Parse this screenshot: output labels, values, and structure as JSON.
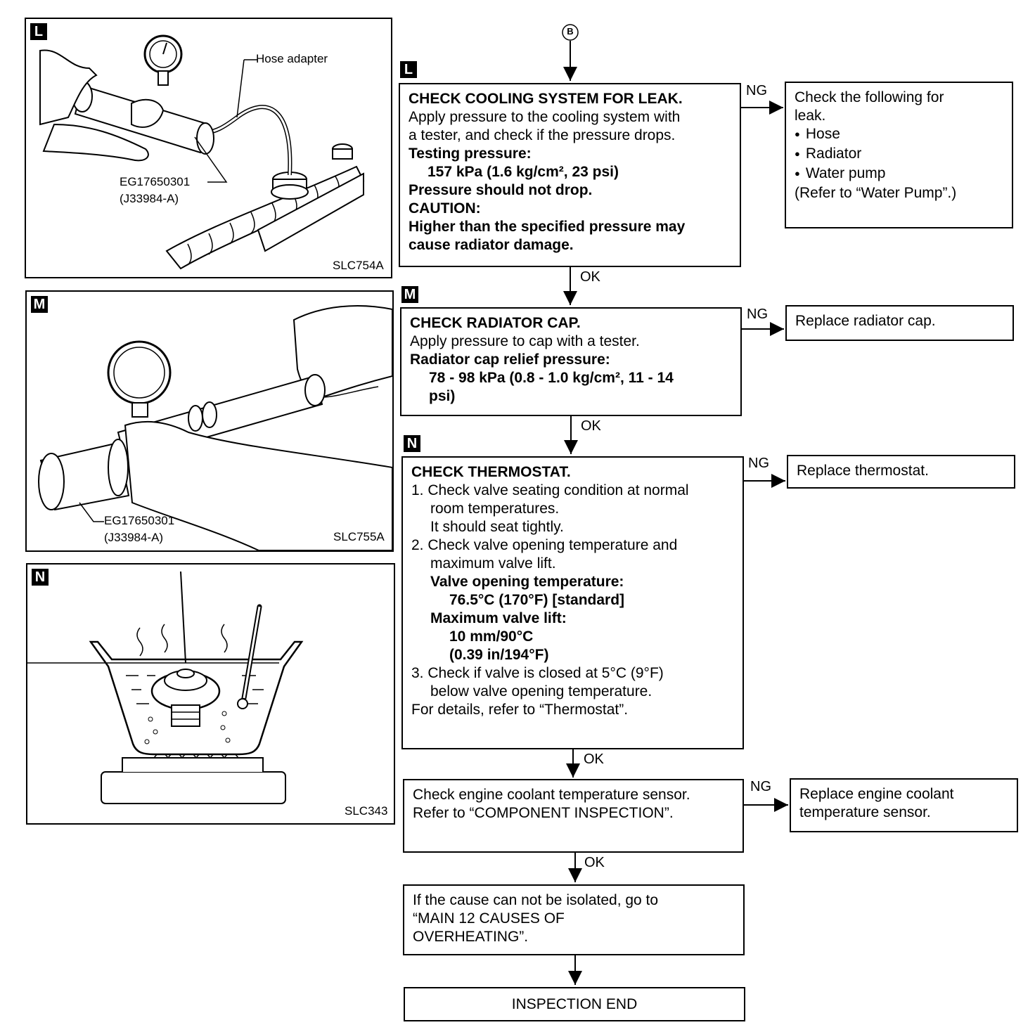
{
  "top_connector": "B",
  "illustrations": [
    {
      "tag": "L",
      "code": "SLC754A",
      "callouts": [
        "Hose adapter",
        "EG17650301",
        "(J33984-A)"
      ]
    },
    {
      "tag": "M",
      "code": "SLC755A",
      "callouts": [
        "EG17650301",
        "(J33984-A)"
      ]
    },
    {
      "tag": "N",
      "code": "SLC343"
    }
  ],
  "steps": [
    {
      "tag": "L",
      "title": "CHECK COOLING SYSTEM FOR LEAK.",
      "lines": [
        "Apply pressure to the cooling system with",
        "a tester, and check if the pressure drops."
      ],
      "spec_label": "Testing pressure:",
      "spec_value": "157 kPa (1.6 kg/cm², 23 psi)",
      "note": "Pressure should not drop.",
      "caution_label": "CAUTION:",
      "caution_lines": [
        "Higher than the specified pressure may",
        "cause radiator damage."
      ],
      "ng_label": "NG",
      "ok_label": "OK",
      "ng_action": {
        "lines": [
          "Check the following for",
          "leak."
        ],
        "items": [
          "Hose",
          "Radiator",
          "Water pump"
        ],
        "ref": "(Refer to “Water Pump”.)"
      }
    },
    {
      "tag": "M",
      "title": "CHECK RADIATOR CAP.",
      "lines": [
        "Apply pressure to cap with a tester."
      ],
      "spec_label": "Radiator cap relief pressure:",
      "spec_lines": [
        "78 - 98 kPa (0.8 - 1.0 kg/cm², 11 - 14",
        "psi)"
      ],
      "ng_label": "NG",
      "ok_label": "OK",
      "ng_action": "Replace radiator cap."
    },
    {
      "tag": "N",
      "title": "CHECK THERMOSTAT.",
      "items": [
        {
          "num": "1.",
          "lines": [
            "Check valve seating condition at normal",
            "room temperatures.",
            "It should seat tightly."
          ]
        },
        {
          "num": "2.",
          "lines": [
            "Check valve opening temperature and",
            "maximum valve lift."
          ]
        }
      ],
      "spec1_label": "Valve opening temperature:",
      "spec1_value": "76.5°C (170°F) [standard]",
      "spec2_label": "Maximum valve lift:",
      "spec2_lines": [
        "10 mm/90°C",
        "(0.39 in/194°F)"
      ],
      "item3": {
        "num": "3.",
        "lines": [
          "Check if valve is closed at 5°C (9°F)",
          "below valve opening temperature."
        ]
      },
      "details": "For details, refer to “Thermostat”.",
      "ng_label": "NG",
      "ok_label": "OK",
      "ng_action": "Replace thermostat."
    },
    {
      "lines": [
        "Check engine coolant temperature sensor.",
        "Refer to “COMPONENT INSPECTION”."
      ],
      "ng_label": "NG",
      "ok_label": "OK",
      "ng_action": [
        "Replace engine coolant",
        "temperature sensor."
      ]
    },
    {
      "lines": [
        "If the cause can not be isolated, go to",
        "“MAIN 12 CAUSES OF",
        "OVERHEATING”."
      ]
    }
  ],
  "end_label": "INSPECTION END"
}
